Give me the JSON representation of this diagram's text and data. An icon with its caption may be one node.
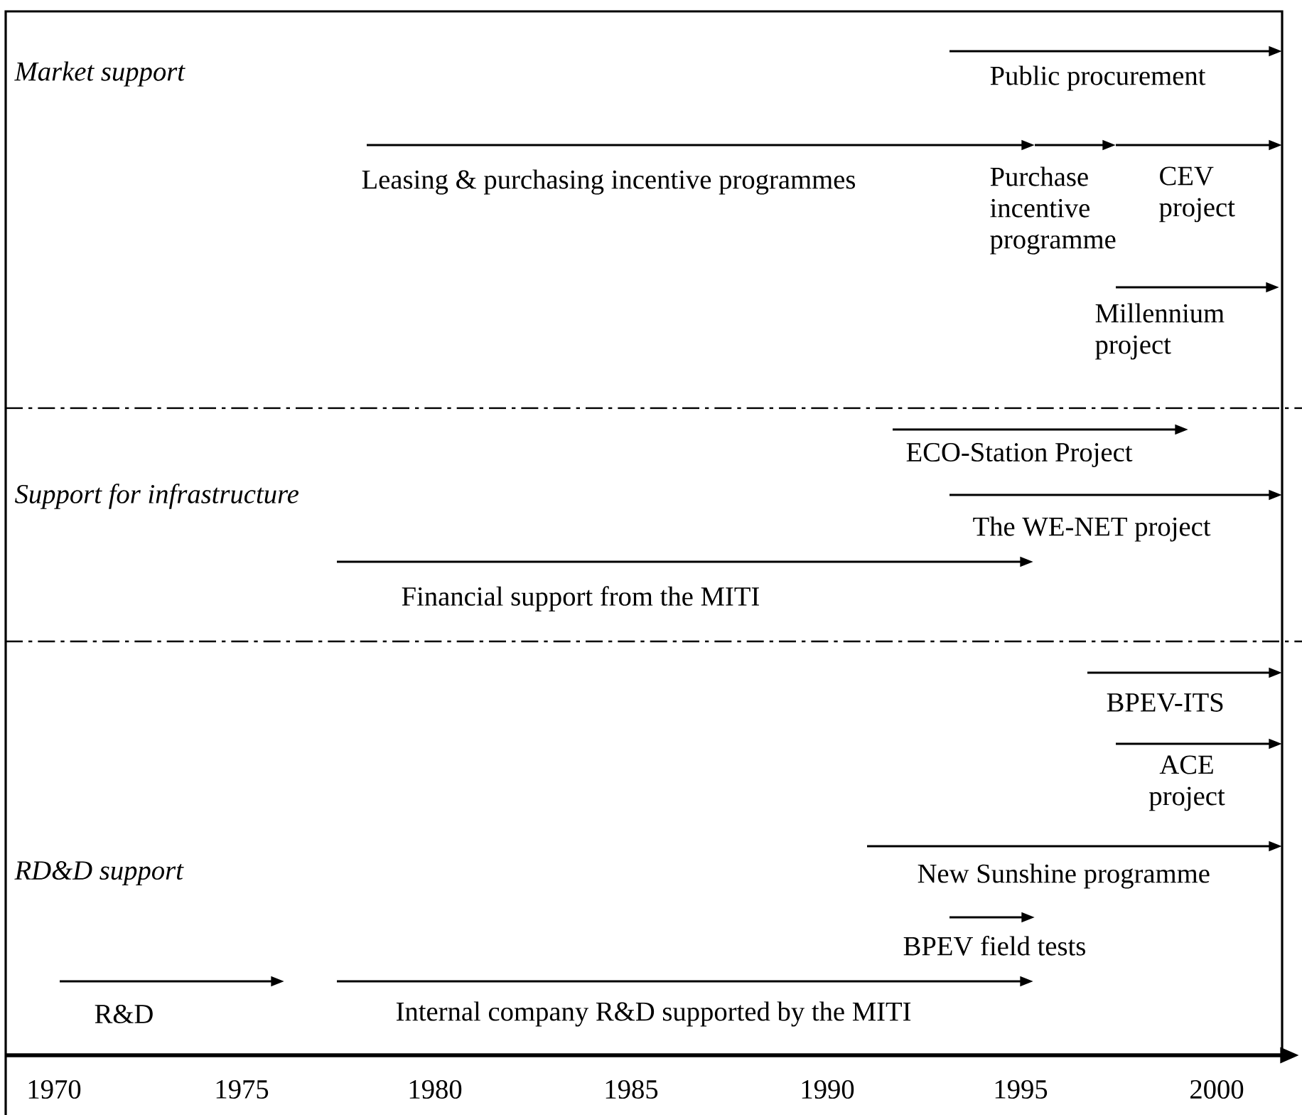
{
  "diagram": {
    "labels": [
      "Market support",
      "Public procurement",
      "Leasing & purchasing incentive programmes",
      "Purchase incentive programme",
      "CEV project",
      "Millennium project",
      "Support for infrastructure",
      "ECO-Station Project",
      "The WE-NET project",
      "Financial support from the MITI",
      "BPEV-ITS",
      "ACE project",
      "RD&D support",
      "New Sunshine programme",
      "BPEV field tests",
      "R&D",
      "Internal company R&D supported by the MITI",
      "1970",
      "1975",
      "1980",
      "1985",
      "1990",
      "1995",
      "2000"
    ]
  }
}
